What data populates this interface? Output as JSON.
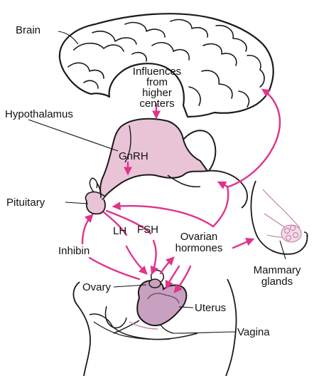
{
  "labels": {
    "brain": "Brain",
    "influences_line1": "Influences",
    "influences_line2": "from",
    "influences_line3": "higher",
    "influences_line4": "centers",
    "hypothalamus": "Hypothalamus",
    "gnrh": "GnRH",
    "pituitary": "Pituitary",
    "lh": "LH",
    "fsh": "FSH",
    "inhibin": "Inhibin",
    "ovarian_line1": "Ovarian",
    "ovarian_line2": "hormones",
    "mammary_line1": "Mammary",
    "mammary_line2": "glands",
    "ovary": "Ovary",
    "uterus": "Uterus",
    "vagina": "Vagina"
  },
  "colors": {
    "arrow": "#e0338a",
    "tissue_fill": "#e9c4d6",
    "uterus_fill": "#c9a1c0",
    "outline": "#1a1a1a"
  }
}
